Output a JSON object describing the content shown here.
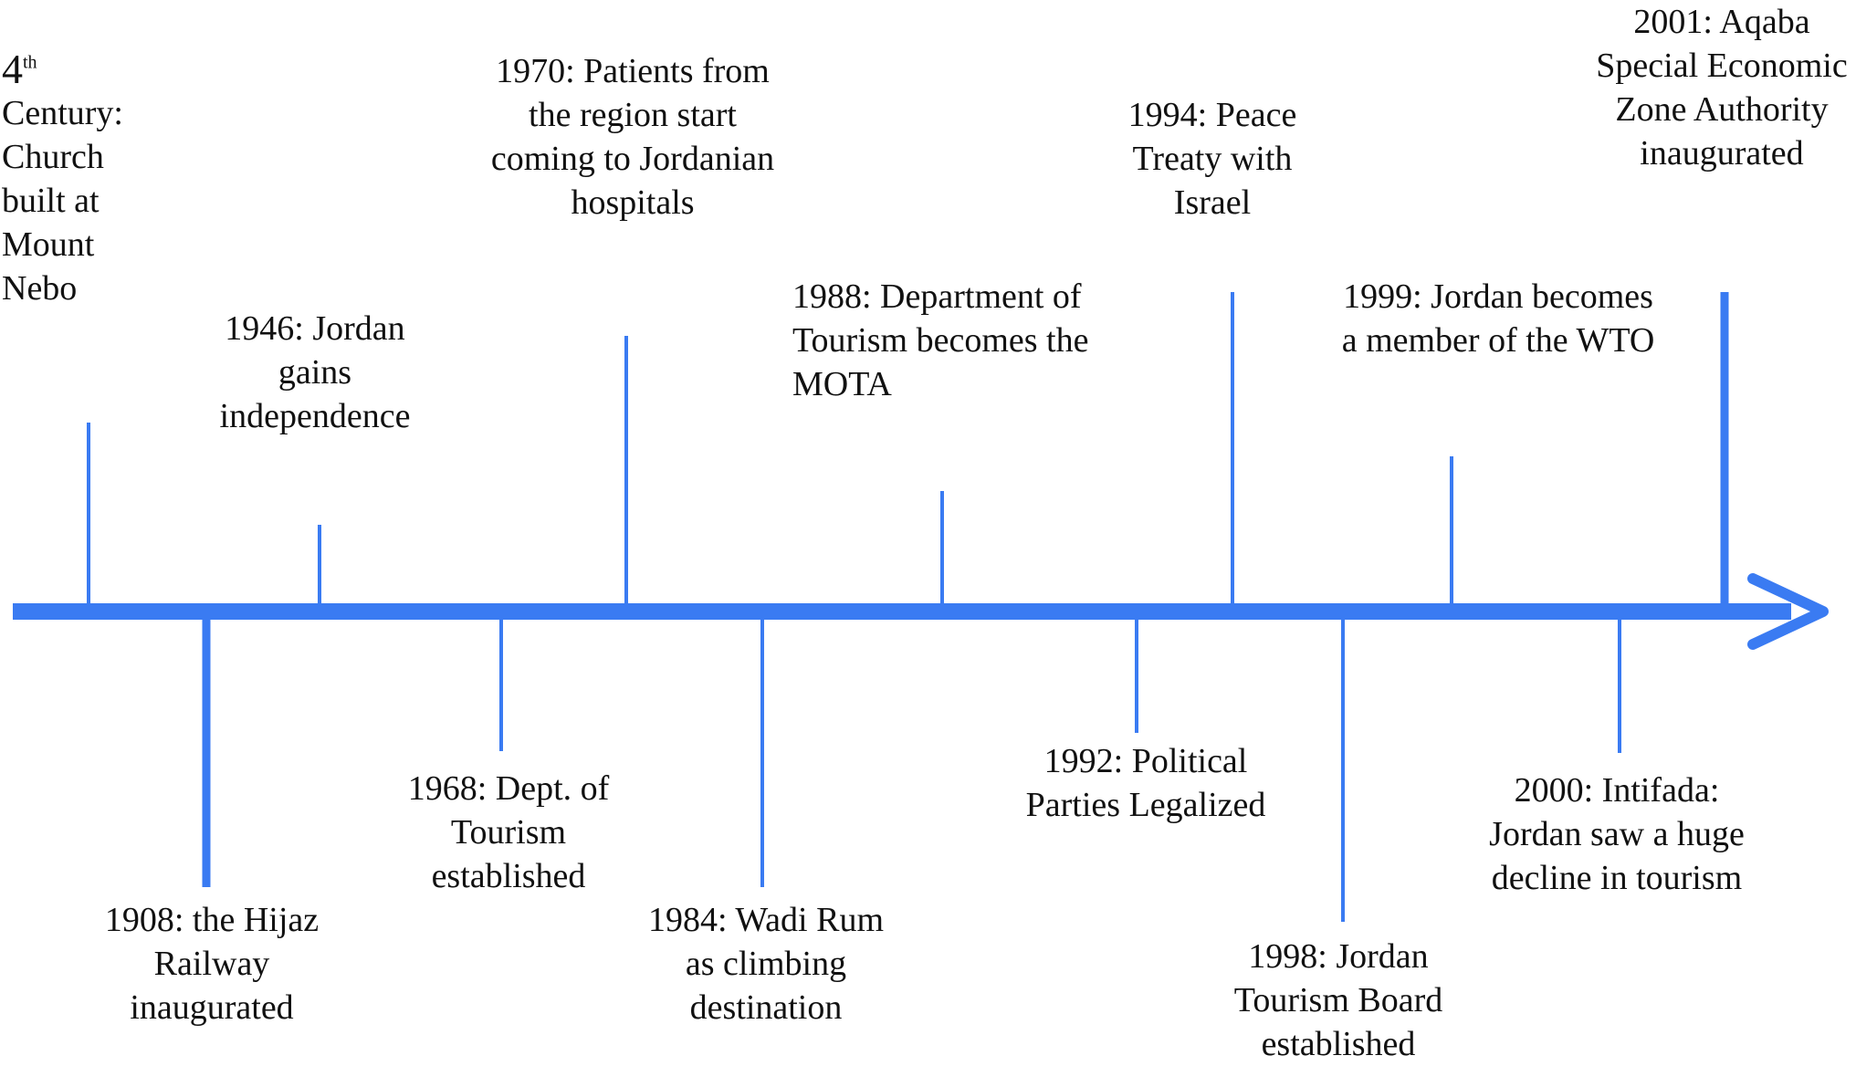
{
  "colors": {
    "line": "#3A7BF2",
    "text": "#111111"
  },
  "events": [
    {
      "id": "4th-century",
      "lines": [
        "4",
        "Century:",
        "Church",
        "built at",
        "Mount",
        "Nebo"
      ],
      "superscript": "th"
    },
    {
      "id": "1908",
      "lines": [
        "1908: the Hijaz",
        "Railway",
        "inaugurated"
      ]
    },
    {
      "id": "1946",
      "lines": [
        "1946: Jordan",
        "gains",
        "independence"
      ]
    },
    {
      "id": "1968",
      "lines": [
        "1968: Dept. of",
        "Tourism",
        "established"
      ]
    },
    {
      "id": "1970",
      "lines": [
        "1970: Patients from",
        "the region start",
        "coming to Jordanian",
        "hospitals"
      ]
    },
    {
      "id": "1984",
      "lines": [
        "1984: Wadi Rum",
        "as climbing",
        "destination"
      ]
    },
    {
      "id": "1988",
      "lines": [
        "1988: Department of",
        "Tourism becomes the",
        "MOTA"
      ]
    },
    {
      "id": "1992",
      "lines": [
        "1992: Political",
        "Parties Legalized"
      ]
    },
    {
      "id": "1994",
      "lines": [
        "1994: Peace",
        "Treaty with",
        "Israel"
      ]
    },
    {
      "id": "1998",
      "lines": [
        "1998: Jordan",
        "Tourism Board",
        "established"
      ]
    },
    {
      "id": "1999",
      "lines": [
        "1999: Jordan becomes",
        "a member of the WTO"
      ]
    },
    {
      "id": "2000",
      "lines": [
        "2000: Intifada:",
        "Jordan saw a huge",
        "decline in tourism"
      ]
    },
    {
      "id": "2001",
      "lines": [
        "2001: Aqaba",
        "Special Economic",
        "Zone Authority",
        "inaugurated"
      ]
    }
  ]
}
